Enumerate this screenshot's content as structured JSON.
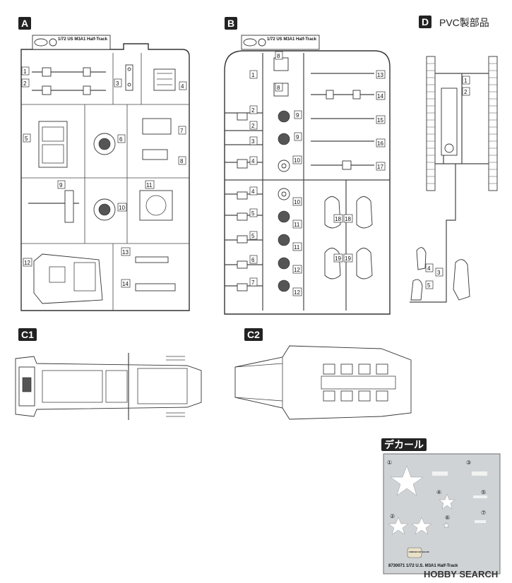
{
  "sprues": {
    "A": {
      "label": "A",
      "header": "1/72 US M3A1 Half-Track",
      "parts": [
        "1",
        "2",
        "3",
        "4",
        "5",
        "6",
        "7",
        "8",
        "9",
        "10",
        "11",
        "12",
        "13",
        "14"
      ]
    },
    "B": {
      "label": "B",
      "header": "1/72 US M3A1 Half-Track",
      "parts": [
        "1",
        "2",
        "3",
        "4",
        "5",
        "6",
        "7",
        "8",
        "9",
        "10",
        "11",
        "12",
        "13",
        "14",
        "15",
        "16",
        "17",
        "18",
        "19"
      ]
    },
    "D": {
      "label": "D",
      "caption": "PVC製部品",
      "parts": [
        "1",
        "2",
        "3",
        "4",
        "5"
      ]
    },
    "C1": {
      "label": "C1"
    },
    "C2": {
      "label": "C2"
    }
  },
  "decal": {
    "label": "デカール",
    "numbers": [
      "①",
      "②",
      "③",
      "④",
      "⑤",
      "⑥",
      "⑦"
    ],
    "footer": "8730071 1/72 U.S. M3A1 Half-Track",
    "logo": "FORCES OF VALOR"
  },
  "watermark": {
    "text": "HOBBY SEARCH"
  }
}
